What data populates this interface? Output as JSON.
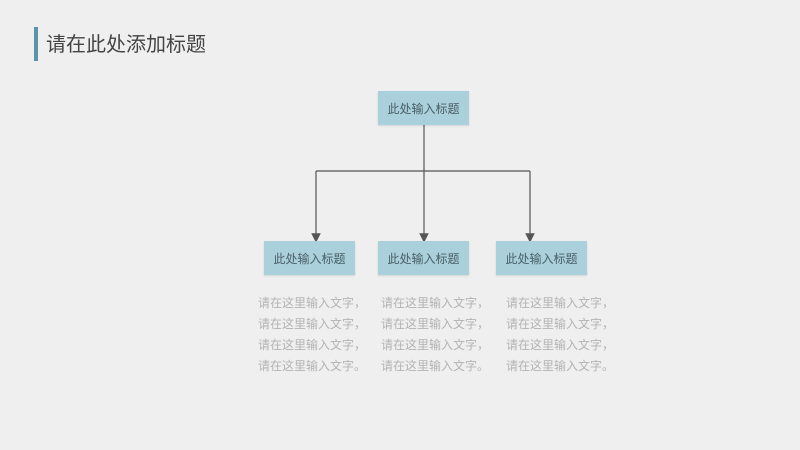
{
  "slide": {
    "title": "请在此处添加标题",
    "accent_color": "#5b93a8",
    "background_color": "#efefef"
  },
  "diagram": {
    "node_fill_color": "#a9d0db",
    "connector_color": "#555555",
    "top_node": {
      "label": "此处输入标题"
    },
    "child_nodes": [
      {
        "label": "此处输入标题",
        "text_lines": [
          "请在这里输入文字，",
          "请在这里输入文字，",
          "请在这里输入文字，",
          "请在这里输入文字。"
        ]
      },
      {
        "label": "此处输入标题",
        "text_lines": [
          "请在这里输入文字，",
          "请在这里输入文字，",
          "请在这里输入文字，",
          "请在这里输入文字。"
        ]
      },
      {
        "label": "此处输入标题",
        "text_lines": [
          "请在这里输入文字，",
          "请在这里输入文字，",
          "请在这里输入文字，",
          "请在这里输入文字。"
        ]
      }
    ]
  }
}
